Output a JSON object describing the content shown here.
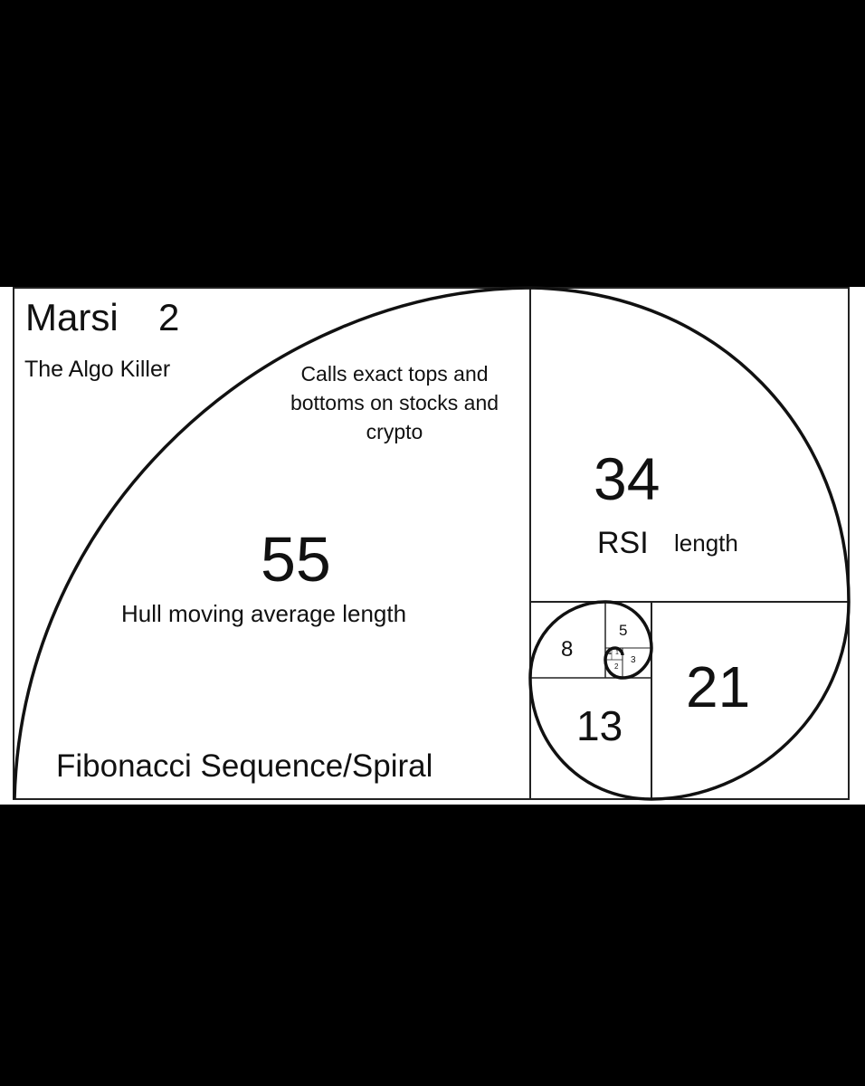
{
  "title": "Marsi",
  "title_number": "2",
  "subtitle": "The Algo Killer",
  "claim": "Calls exact tops and bottoms on stocks and crypto",
  "squares": [
    {
      "number": "55",
      "caption": "Hull moving average length"
    },
    {
      "number": "34",
      "caption_main": "RSI",
      "caption_unit": "length"
    },
    {
      "number": "21"
    },
    {
      "number": "13"
    },
    {
      "number": "8"
    },
    {
      "number": "5"
    },
    {
      "number": "3"
    },
    {
      "number": "2"
    },
    {
      "number": "1"
    },
    {
      "number": "1"
    }
  ],
  "footer": "Fibonacci Sequence/Spiral",
  "colors": {
    "background": "#000000",
    "panel": "#ffffff",
    "ink": "#111111"
  }
}
